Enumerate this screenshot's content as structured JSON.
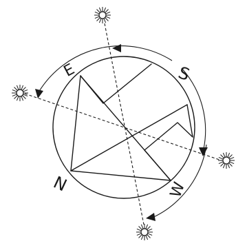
{
  "diagram": {
    "letters": {
      "east": "E",
      "south": "S",
      "west": "W",
      "north": "N"
    },
    "suns": [
      {
        "name": "sun-top-icon"
      },
      {
        "name": "sun-left-icon"
      },
      {
        "name": "sun-right-icon"
      },
      {
        "name": "sun-bottom-icon"
      }
    ],
    "ink_color": "#1a1a1a",
    "background": "#ffffff"
  }
}
